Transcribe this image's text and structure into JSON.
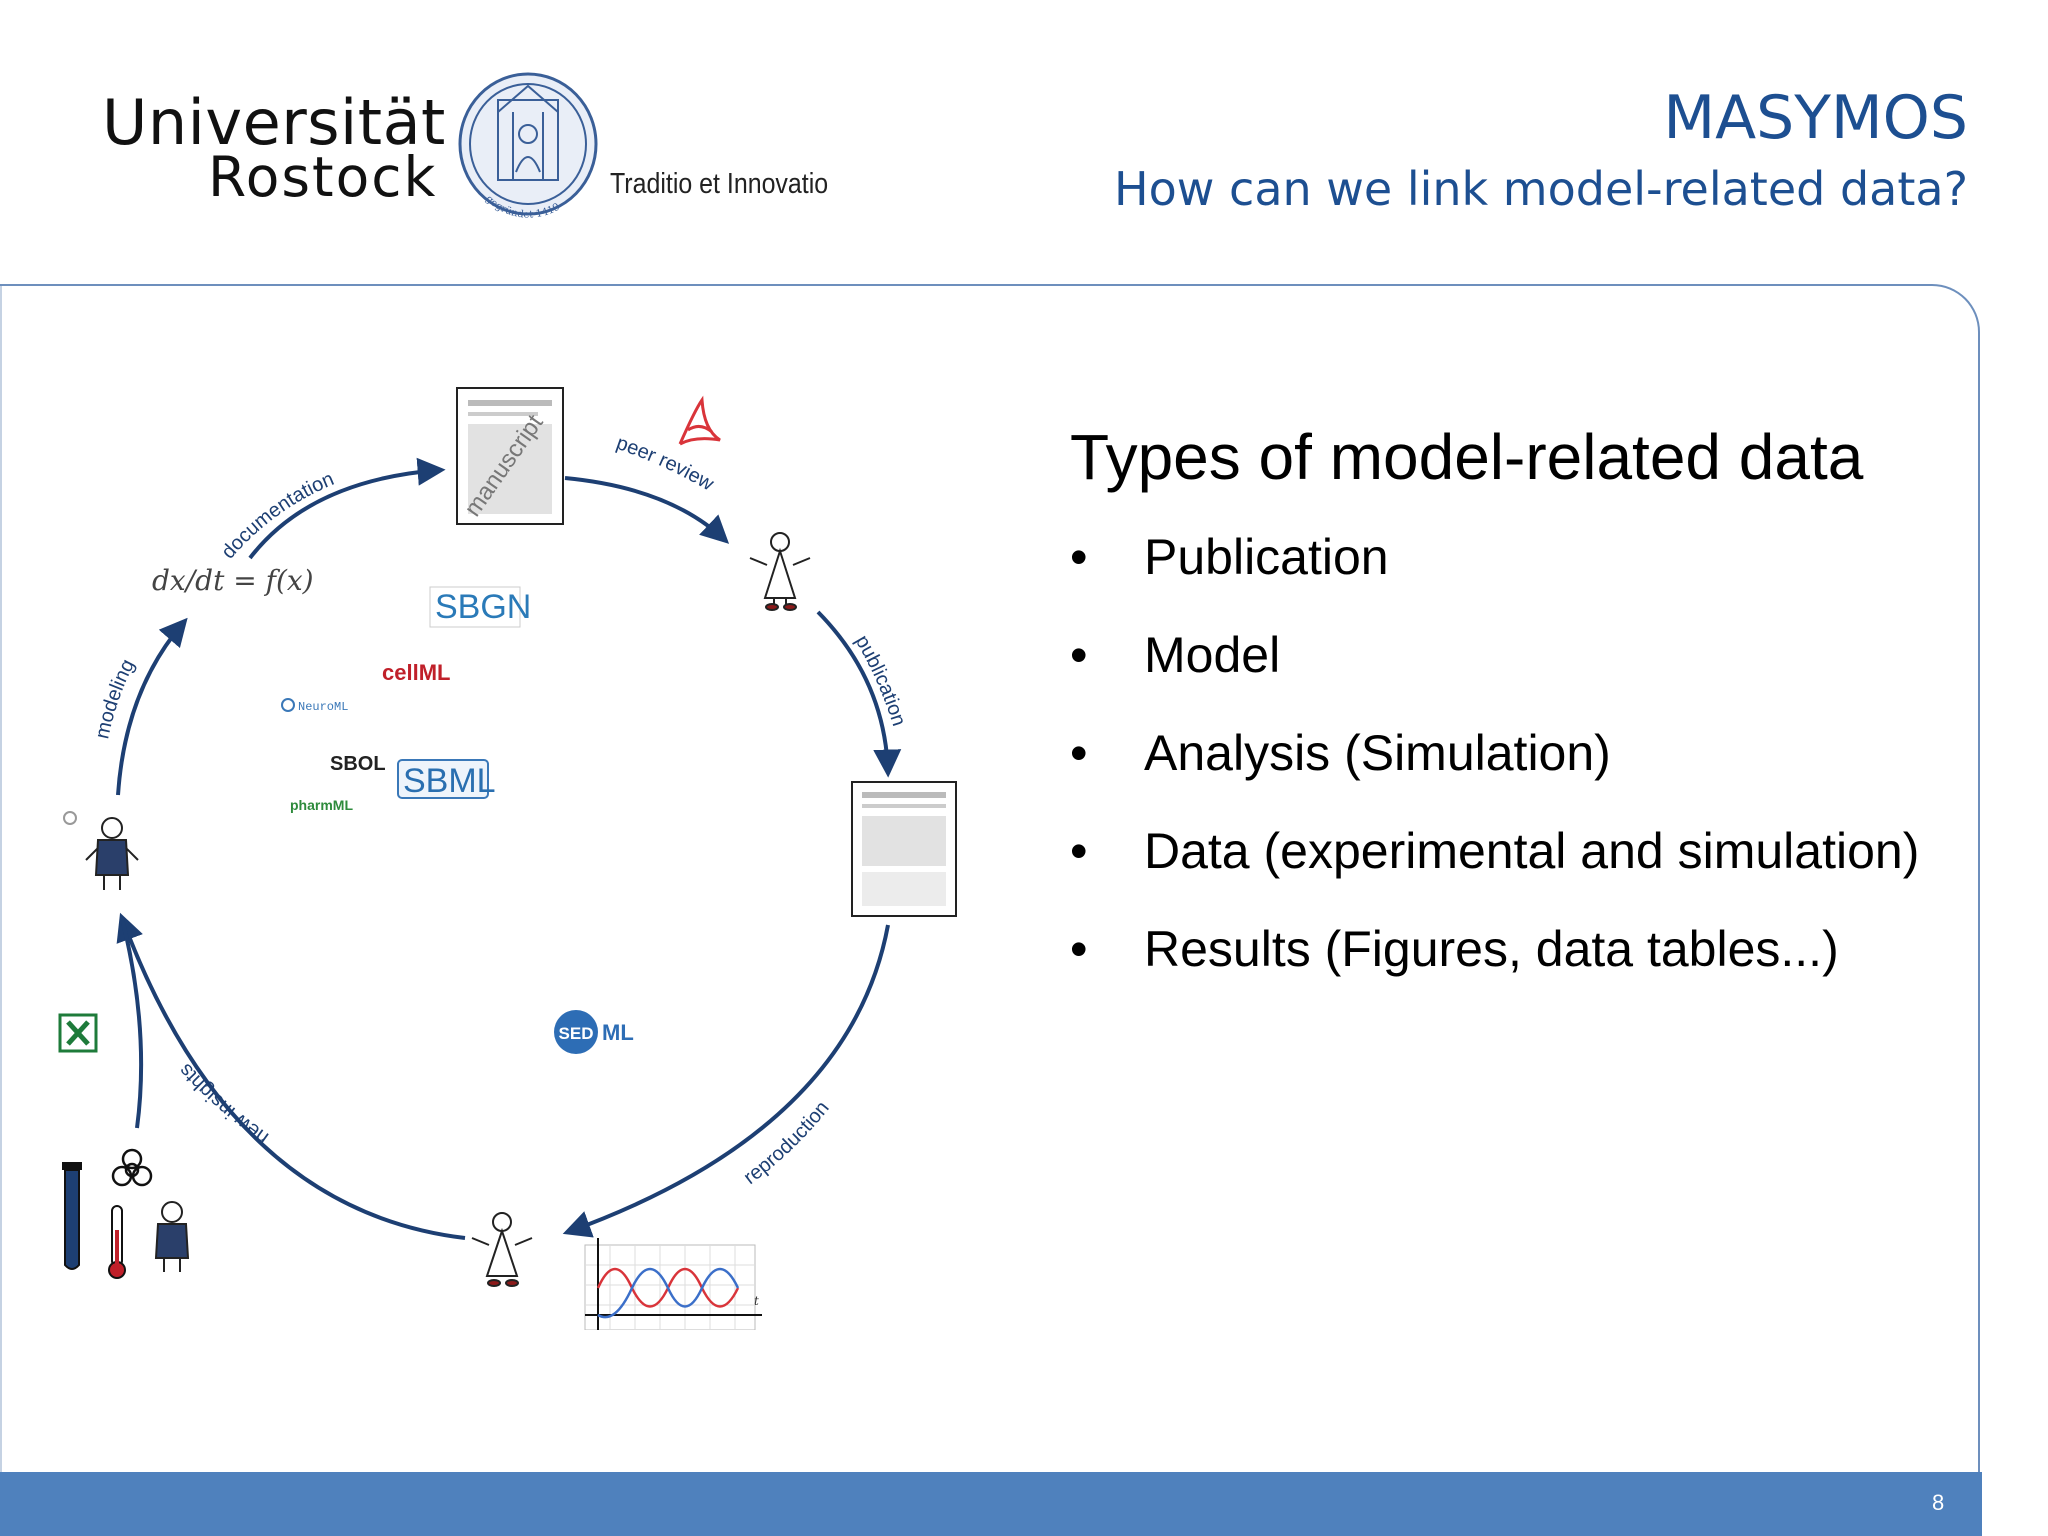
{
  "header": {
    "logo_line1": "Universität",
    "logo_line2": "Rostock",
    "motto": "Traditio et Innovatio",
    "seal_text": "gegründet 1419",
    "title": "MASYMOS",
    "subtitle": "How can we link model-related data?"
  },
  "panel": {
    "heading": "Types of model-related data",
    "bullets": [
      "Publication",
      "Model",
      "Analysis (Simulation)",
      "Data (experimental and simulation)",
      "Results (Figures, data tables...)"
    ]
  },
  "diagram": {
    "labels": {
      "documentation": "documentation",
      "peer_review": "peer review",
      "publication": "publication",
      "reproduction": "reproduction",
      "new_insights": "new insights",
      "modeling": "modeling",
      "manuscript": "manuscript",
      "equation": "dx/dt = f(x)",
      "plot_axis": "t"
    },
    "formats": {
      "sbgn": "SBGN",
      "cellml": "cellML",
      "neuroml": "NeuroML",
      "sbol": "SBOL",
      "sbml": "SBML",
      "pharmml": "pharmML",
      "sedml_badge": "SED",
      "sedml_suffix": "ML"
    },
    "colors": {
      "arrow": "#1d3f73",
      "sine_red": "#d9343a",
      "sine_blue": "#3b6fc9",
      "excel_green": "#1e7b3a",
      "sed_blue": "#2d6db5"
    }
  },
  "footer": {
    "page_number": "8"
  }
}
